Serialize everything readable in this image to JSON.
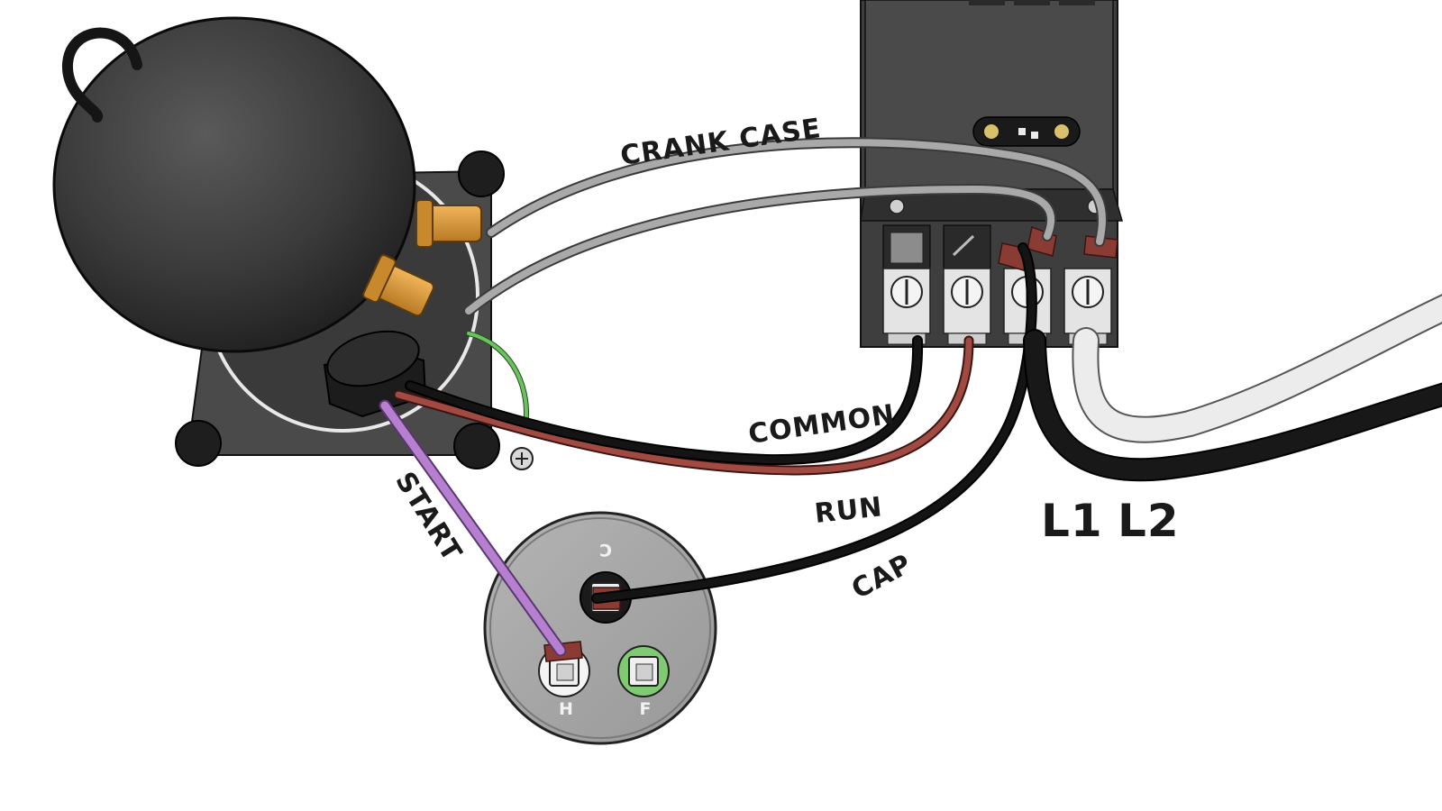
{
  "labels": {
    "crank_case": "CRANK CASE",
    "common": "COMMON",
    "run": "RUN",
    "start": "START",
    "cap": "CAP",
    "l1": "L1",
    "l2": "L2"
  },
  "capacitor": {
    "terminal_c": "C",
    "terminal_h": "H",
    "terminal_f": "F"
  },
  "colors": {
    "common_wire": "#111111",
    "run_wire": "#a04a42",
    "start_wire": "#b77fcf",
    "ground_wire": "#6bc160",
    "crank_case_wire": "#a9a9a9",
    "l2_wire": "#ececec",
    "compressor_body": "#333333",
    "contactor_body": "#3c3c3c",
    "capacitor_body": "#a8a8a8",
    "fitting": "#d99a3a"
  }
}
